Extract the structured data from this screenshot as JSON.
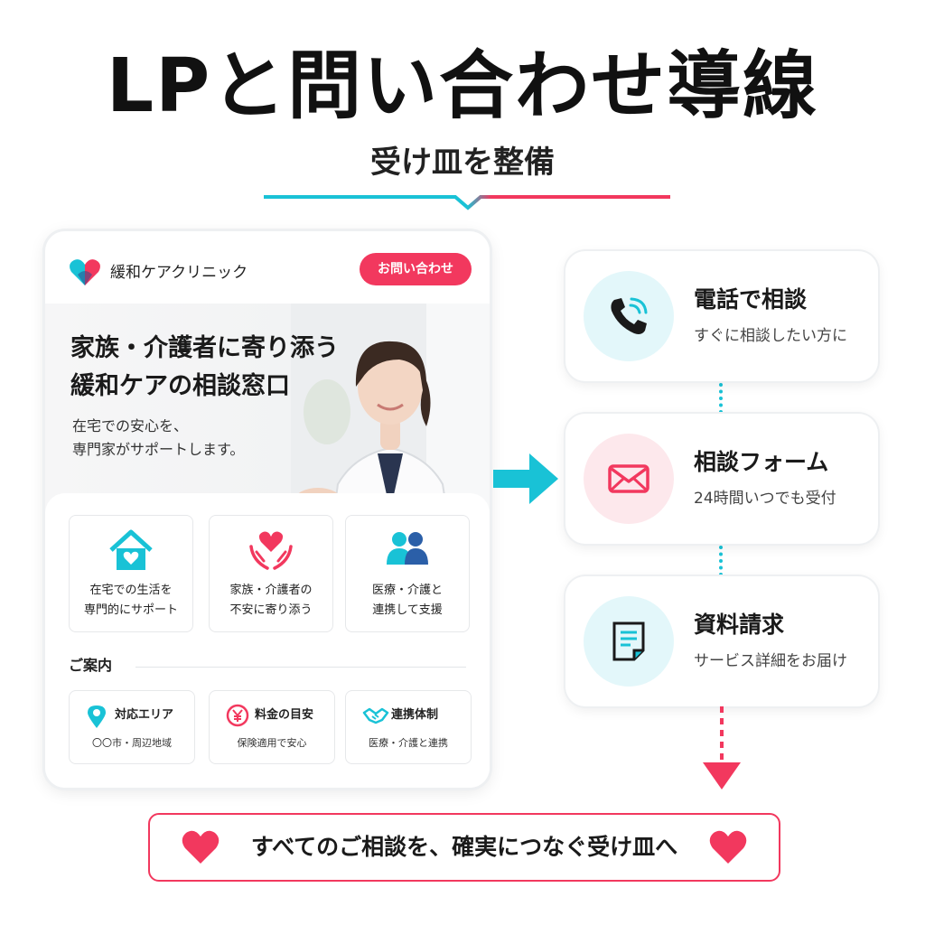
{
  "title": "LPと問い合わせ導線",
  "subtitle": "受け皿を整備",
  "colors": {
    "accent_cyan": "#19c2d6",
    "accent_pink": "#f2385e",
    "text": "#1a1a1a"
  },
  "lp": {
    "clinic_name": "緩和ケアクリニック",
    "contact_button": "お問い合わせ",
    "headline_1": "家族・介護者に寄り添う",
    "headline_2": "緩和ケアの相談窓口",
    "sub_1": "在宅での安心を、",
    "sub_2": "専門家がサポートします。",
    "features": [
      {
        "icon": "home-heart-icon",
        "line1": "在宅での生活を",
        "line2": "専門的にサポート"
      },
      {
        "icon": "hands-heart-icon",
        "line1": "家族・介護者の",
        "line2": "不安に寄り添う"
      },
      {
        "icon": "people-icon",
        "line1": "医療・介護と",
        "line2": "連携して支援"
      }
    ],
    "guide_title": "ご案内",
    "guides": [
      {
        "icon": "map-pin-icon",
        "label": "対応エリア",
        "value": "〇〇市・周辺地域"
      },
      {
        "icon": "yen-icon",
        "label": "料金の目安",
        "value": "保険適用で安心"
      },
      {
        "icon": "handshake-icon",
        "label": "連携体制",
        "value": "医療・介護と連携"
      }
    ]
  },
  "channels": [
    {
      "icon": "phone-icon",
      "title": "電話で相談",
      "desc": "すぐに相談したい方に"
    },
    {
      "icon": "mail-icon",
      "title": "相談フォーム",
      "desc": "24時間いつでも受付"
    },
    {
      "icon": "document-icon",
      "title": "資料請求",
      "desc": "サービス詳細をお届け"
    }
  ],
  "banner": "すべてのご相談を、確実につなぐ受け皿へ"
}
